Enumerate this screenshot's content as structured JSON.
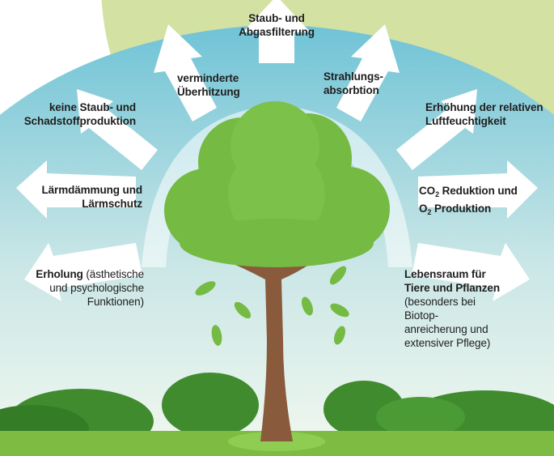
{
  "labels": {
    "top": {
      "line1": "Staub- und",
      "line2": "Abgasfilterung"
    },
    "overheat": {
      "line1": "verminderte",
      "line2": "Überhitzung"
    },
    "radiation": {
      "line1": "Strahlungs-",
      "line2": "absorbtion"
    },
    "dust": {
      "line1": "keine Staub- und",
      "line2": "Schadstoffproduktion"
    },
    "humidity": {
      "line1": "Erhöhung der relativen",
      "line2": "Luftfeuchtigkeit"
    },
    "noise": {
      "line1": "Lärmdämmung und",
      "line2": "Lärmschutz"
    },
    "co2": {
      "co": "CO",
      "sub2a": "2",
      "rest1": " Reduktion und",
      "o": "O",
      "sub2b": "2",
      "rest2": " Produktion"
    },
    "recreation": {
      "bold": "Erholung",
      "rest1": " (ästhetische",
      "line2": "und psychologische",
      "line3": "Funktionen)"
    },
    "habitat": {
      "line1": "Lebensraum für",
      "line2": "Tiere und Pflanzen",
      "line3": "(besonders bei",
      "line4": "Biotop-",
      "line5": "anreicherung und",
      "line6": "extensiver Pflege)"
    }
  },
  "colors": {
    "sky_top": "#6fc3d6",
    "sky_bottom": "#eef6ee",
    "corner_green": "#d3e1a3",
    "arrow": "#ffffff",
    "foliage": "#74ba43",
    "foliage_dark": "#5aa23a",
    "trunk": "#8a5a3c",
    "ground": "#7dbb43",
    "bush": "#3f8b2e"
  }
}
